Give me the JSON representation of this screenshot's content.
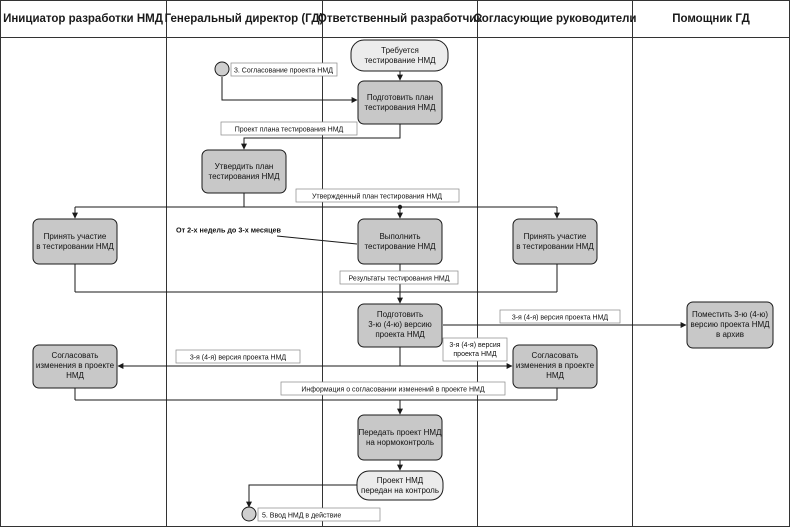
{
  "lanes": [
    "Инициатор разработки НМД",
    "Генеральный директор (ГД)",
    "Ответственный разработчик",
    "Согласующие руководители",
    "Помощник ГД"
  ],
  "activities": {
    "require_testing": [
      "Требуется",
      "тестирование НМД"
    ],
    "prepare_plan": [
      "Подготовить план",
      "тестирования НМД"
    ],
    "approve_plan": [
      "Утвердить план",
      "тестирования НМД"
    ],
    "participate_initiator": [
      "Принять участие",
      "в тестировании НМД"
    ],
    "perform_testing": [
      "Выполнить",
      "тестирование НМД"
    ],
    "participate_managers": [
      "Принять участие",
      "в тестировании НМД"
    ],
    "prepare_version": [
      "Подготовить",
      "3-ю (4-ю) версию",
      "проекта НМД"
    ],
    "place_archive": [
      "Поместить 3-ю (4-ю)",
      "версию проекта НМД",
      "в архив"
    ],
    "agree_initiator": [
      "Согласовать",
      "изменения в проекте",
      "НМД"
    ],
    "agree_managers": [
      "Согласовать",
      "изменения в проекте",
      "НМД"
    ],
    "send_normcontrol": [
      "Передать проект НМД",
      "на нормоконтроль"
    ],
    "sent_to_control": [
      "Проект НМД",
      "передан на контроль"
    ]
  },
  "notes": {
    "start_event": "3. Согласование проекта НМД",
    "plan_project": "Проект плана тестирования НМД",
    "approved_plan": "Утвержденный план тестирования НМД",
    "duration": "От 2-х недель до 3-х месяцев",
    "results": "Результаты тестирования НМД",
    "version_right": "3-я (4-я) версия проекта НМД",
    "version_left": "3-я (4-я) версия проекта НМД",
    "version_small": [
      "3-я (4-я) версия",
      "проекта НМД"
    ],
    "agreement_info": "Информация о согласовании изменений в проекте НМД",
    "end_event": "5. Ввод НМД в действие"
  },
  "colors": {
    "activity_fill": "#c8c8c8",
    "state_fill": "#ececec",
    "line": "#1a1a1a",
    "lane_border": "#333333"
  }
}
